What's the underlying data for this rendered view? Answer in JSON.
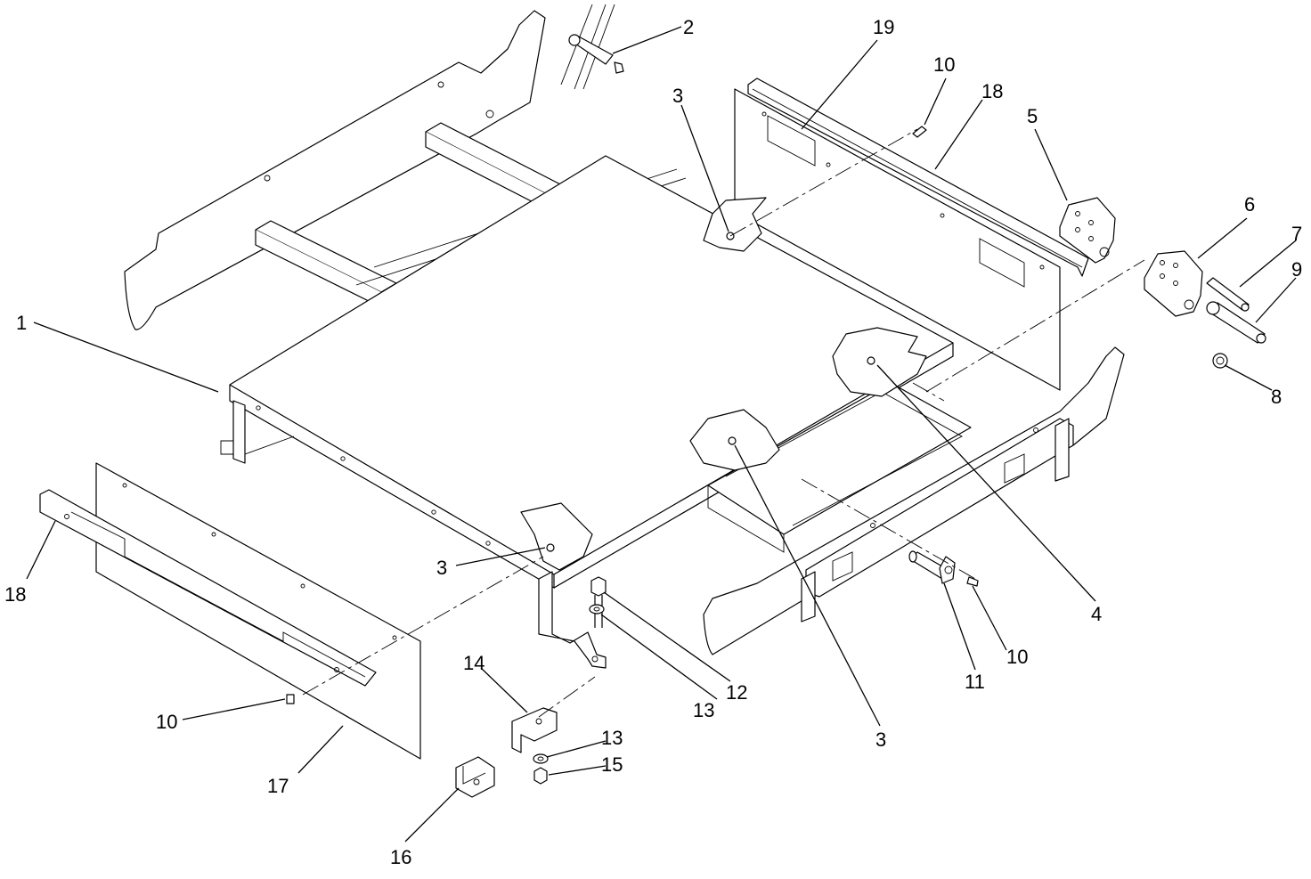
{
  "callouts": [
    {
      "id": "c1",
      "label": "1"
    },
    {
      "id": "c2",
      "label": "2"
    },
    {
      "id": "c3a",
      "label": "3"
    },
    {
      "id": "c3b",
      "label": "3"
    },
    {
      "id": "c3c",
      "label": "3"
    },
    {
      "id": "c4",
      "label": "4"
    },
    {
      "id": "c5",
      "label": "5"
    },
    {
      "id": "c6",
      "label": "6"
    },
    {
      "id": "c7",
      "label": "7"
    },
    {
      "id": "c8",
      "label": "8"
    },
    {
      "id": "c9",
      "label": "9"
    },
    {
      "id": "c10a",
      "label": "10"
    },
    {
      "id": "c10b",
      "label": "10"
    },
    {
      "id": "c10c",
      "label": "10"
    },
    {
      "id": "c11",
      "label": "11"
    },
    {
      "id": "c12",
      "label": "12"
    },
    {
      "id": "c13a",
      "label": "13"
    },
    {
      "id": "c13b",
      "label": "13"
    },
    {
      "id": "c14",
      "label": "14"
    },
    {
      "id": "c15",
      "label": "15"
    },
    {
      "id": "c16",
      "label": "16"
    },
    {
      "id": "c17",
      "label": "17"
    },
    {
      "id": "c18a",
      "label": "18"
    },
    {
      "id": "c18b",
      "label": "18"
    },
    {
      "id": "c19",
      "label": "19"
    }
  ]
}
